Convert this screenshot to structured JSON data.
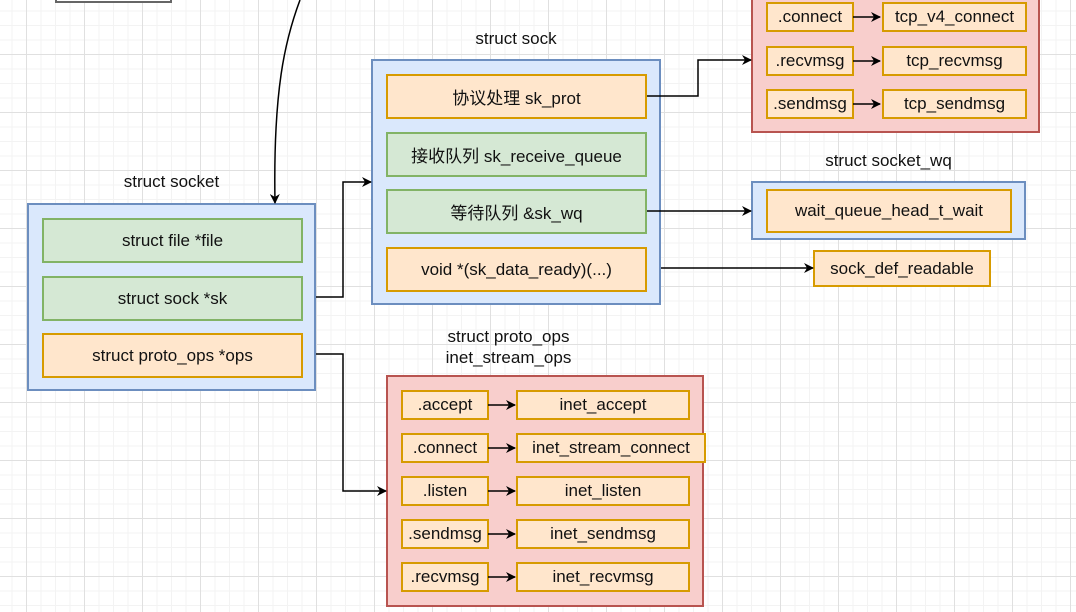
{
  "diagram": {
    "socket": {
      "title": "struct socket",
      "fields": [
        "struct file *file",
        "struct sock *sk",
        "struct proto_ops *ops"
      ]
    },
    "sock": {
      "title": "struct sock",
      "fields": [
        "协议处理 sk_prot",
        "接收队列 sk_receive_queue",
        "等待队列 &sk_wq",
        "void *(sk_data_ready)(...)"
      ]
    },
    "proto": {
      "rows": [
        {
          "op": ".connect",
          "impl": "tcp_v4_connect"
        },
        {
          "op": ".recvmsg",
          "impl": "tcp_recvmsg"
        },
        {
          "op": ".sendmsg",
          "impl": "tcp_sendmsg"
        }
      ]
    },
    "socket_wq": {
      "title": "struct socket_wq",
      "field": "wait_queue_head_t_wait"
    },
    "data_ready_target": "sock_def_readable",
    "proto_ops": {
      "title_line1": "struct proto_ops",
      "title_line2": "inet_stream_ops",
      "rows": [
        {
          "op": ".accept",
          "impl": "inet_accept"
        },
        {
          "op": ".connect",
          "impl": "inet_stream_connect"
        },
        {
          "op": ".listen",
          "impl": "inet_listen"
        },
        {
          "op": ".sendmsg",
          "impl": "inet_sendmsg"
        },
        {
          "op": ".recvmsg",
          "impl": "inet_recvmsg"
        }
      ]
    },
    "colors": {
      "blue_fill": "#dae8fc",
      "blue_stroke": "#6c8ebf",
      "green_fill": "#d5e8d4",
      "green_stroke": "#82b366",
      "orange_fill": "#ffe6cc",
      "orange_stroke": "#d79b00",
      "red_fill": "#f8cecc",
      "red_stroke": "#b85450"
    }
  }
}
